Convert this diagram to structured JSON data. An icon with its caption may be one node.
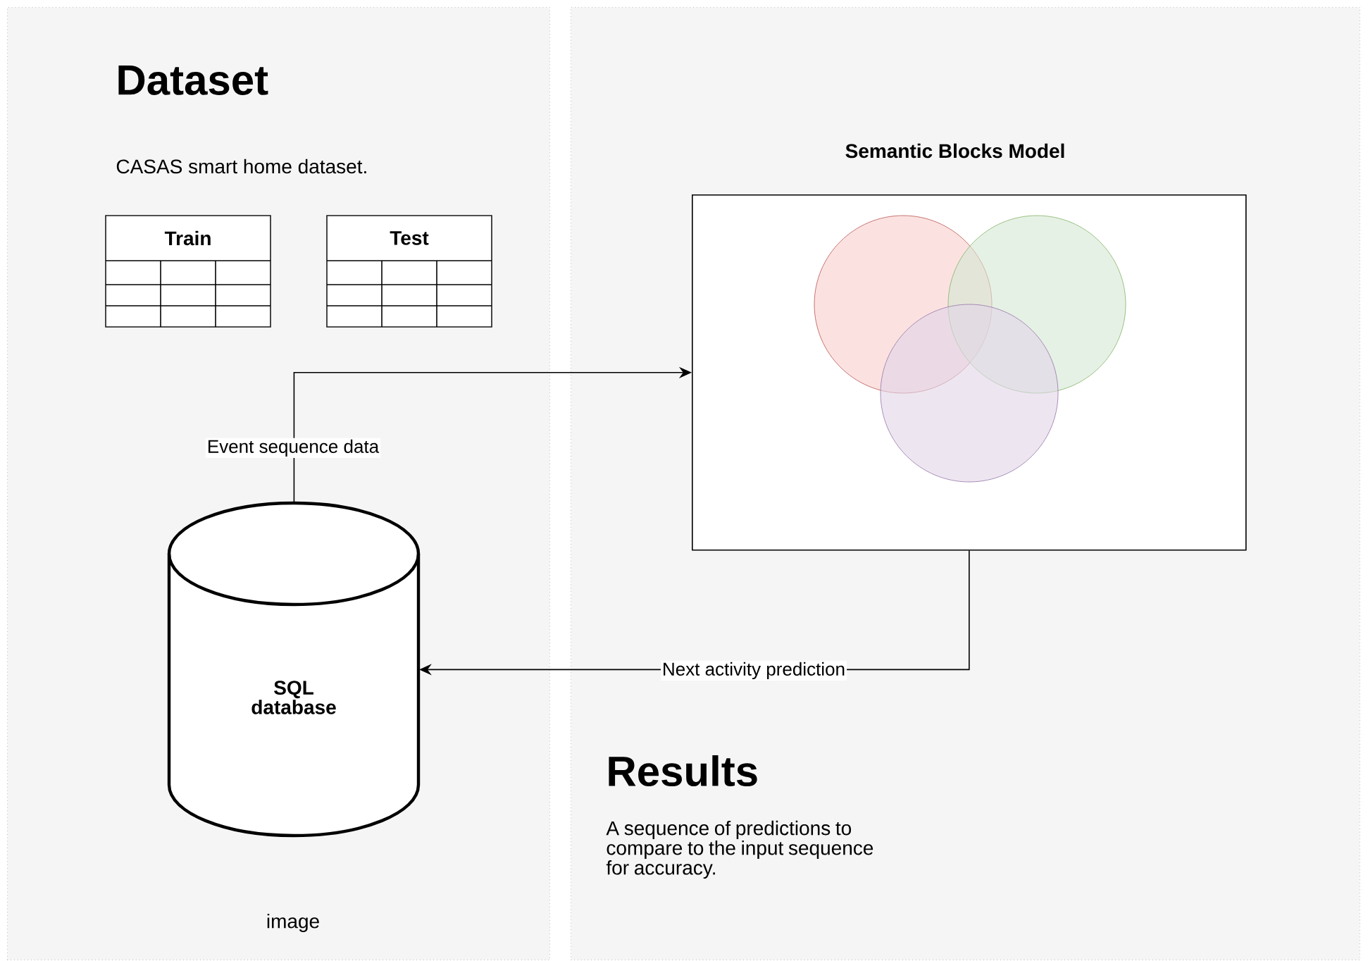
{
  "diagram": {
    "nodes": [
      {
        "text": [
          "Dataset",
          "CASAS smart home dataset.",
          "image"
        ]
      },
      {
        "text": [
          "Train"
        ],
        "in": 0
      },
      {
        "text": [
          "Test"
        ],
        "in": 0
      },
      {
        "text": [
          "SQL database"
        ],
        "in": 0
      },
      {
        "text": [
          "Results",
          "A sequence of predictions to compare to the input sequence for accuracy."
        ]
      },
      {
        "text": [
          "Semantic Blocks Model"
        ],
        "in": 4
      },
      {
        "text": [],
        "shape": "circle",
        "in": 5
      },
      {
        "text": [],
        "shape": "circle",
        "in": 5
      },
      {
        "text": [],
        "shape": "circle",
        "in": 5
      }
    ],
    "edges": [
      {
        "from": 3,
        "to": 5,
        "arrow": "to",
        "label": "Event sequence data"
      },
      {
        "from": 5,
        "to": 3,
        "arrow": "to",
        "label": "Next activity prediction"
      }
    ]
  }
}
